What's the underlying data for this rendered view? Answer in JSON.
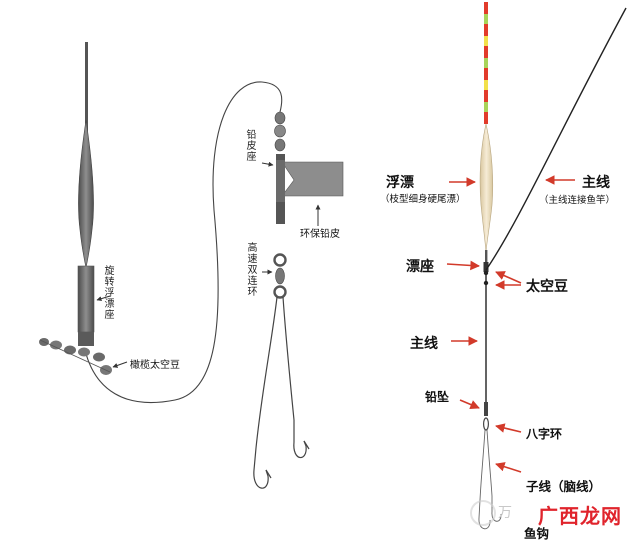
{
  "left_diagram": {
    "labels": {
      "float_seat_rotating": "旋转浮漂座",
      "olive_space_bean": "橄榄太空豆",
      "lead_seat": "铅皮座",
      "eco_lead_sheet": "环保铅皮",
      "high_speed_swivel": "高速双连环"
    }
  },
  "right_diagram": {
    "labels": {
      "float": "浮漂",
      "float_note": "（枝型细身硬尾漂）",
      "main_line_top": "主线",
      "main_line_note": "（主线连接鱼竿）",
      "float_seat": "漂座",
      "space_bean": "太空豆",
      "main_line_mid": "主线",
      "sinker": "铅坠",
      "swivel": "八字环",
      "sub_line": "子线（脑线）",
      "hook": "鱼钩"
    }
  },
  "watermark": {
    "text": "广西龙网",
    "faint_text": "万"
  },
  "colors": {
    "line": "#222222",
    "arrow": "#d23a2a",
    "float_body": "#6b6b6b",
    "float_tip_red": "#e23b2b",
    "float_tip_green": "#a8d45a",
    "float_tip_yellow": "#f2e04a",
    "float_body_right": "#e9dcc0",
    "watermark_red": "#e0242c",
    "gray_parts": "#8a8a8a"
  }
}
